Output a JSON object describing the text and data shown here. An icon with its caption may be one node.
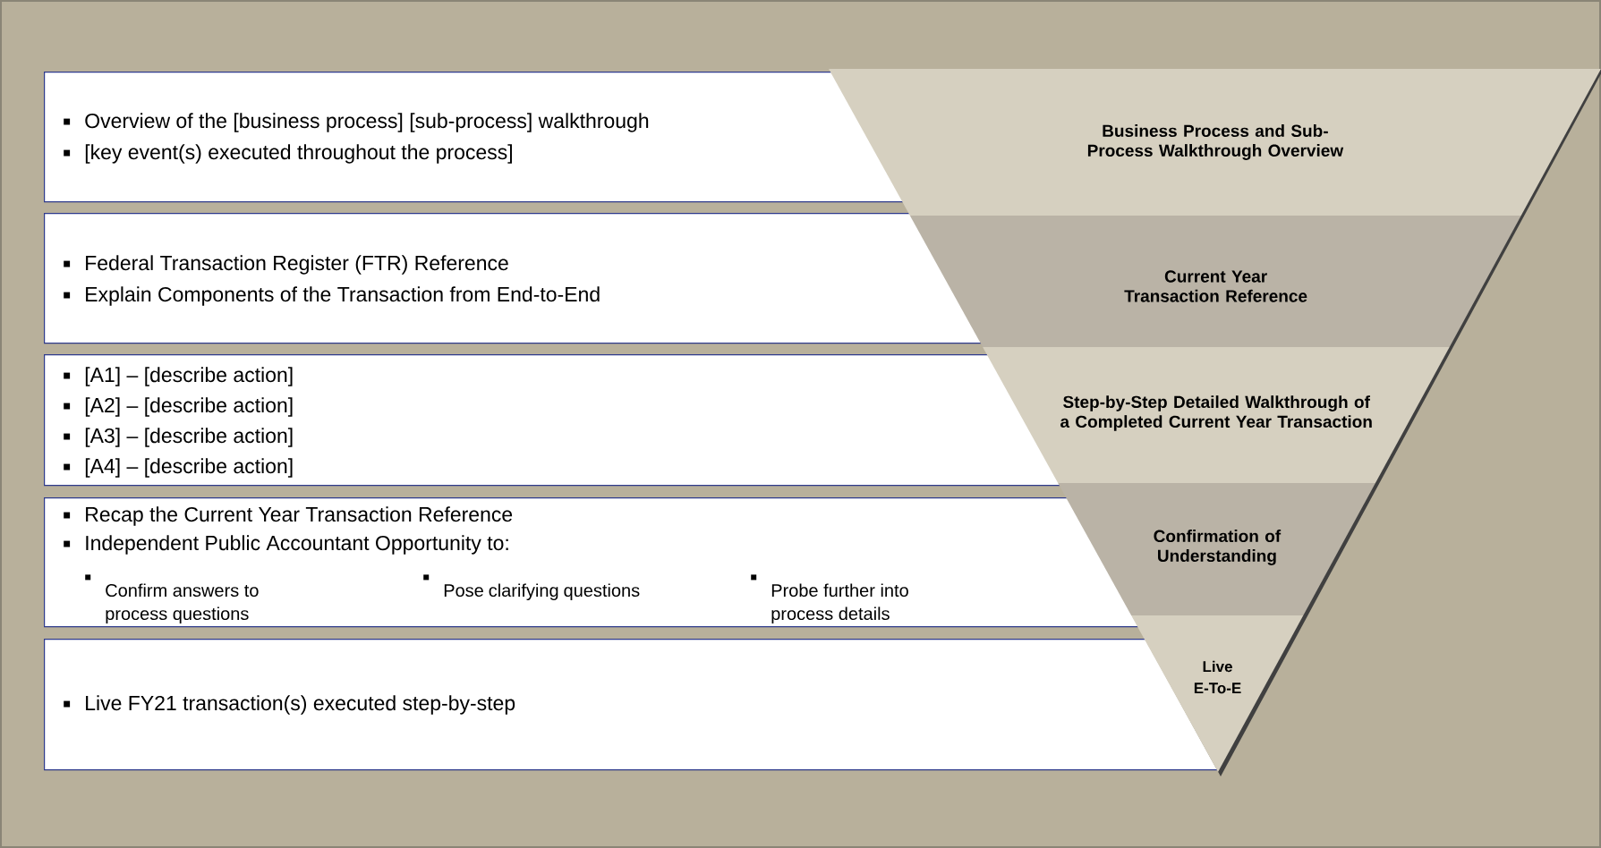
{
  "diagram": {
    "nodes": [
      {
        "text": [
          "Overview of the [business process] [sub-process] walkthrough",
          "[key event(s) executed throughout the process]"
        ]
      },
      {
        "text": [
          "Business Process and Sub-Process Walkthrough Overview"
        ]
      },
      {
        "text": [
          "Federal Transaction Register (FTR) Reference",
          "Explain Components of the Transaction from End-to-End"
        ]
      },
      {
        "text": [
          "Current Year Transaction Reference"
        ]
      },
      {
        "text": [
          "[A1] – [describe action]",
          "[A2] – [describe action]",
          "[A3] – [describe action]",
          "[A4] – [describe action]"
        ]
      },
      {
        "text": [
          "Step-by-Step Detailed Walkthrough of a Completed Current Year Transaction"
        ]
      },
      {
        "text": [
          "Recap the Current Year Transaction Reference",
          "Independent Public Accountant Opportunity to:",
          "Confirm answers to process questions",
          "Pose clarifying questions",
          "Probe further into process details"
        ]
      },
      {
        "text": [
          "Confirmation of Understanding"
        ]
      },
      {
        "text": [
          "Live FY21 transaction(s) executed step-by-step"
        ]
      },
      {
        "text": [
          "Live E-To-E"
        ]
      }
    ]
  }
}
